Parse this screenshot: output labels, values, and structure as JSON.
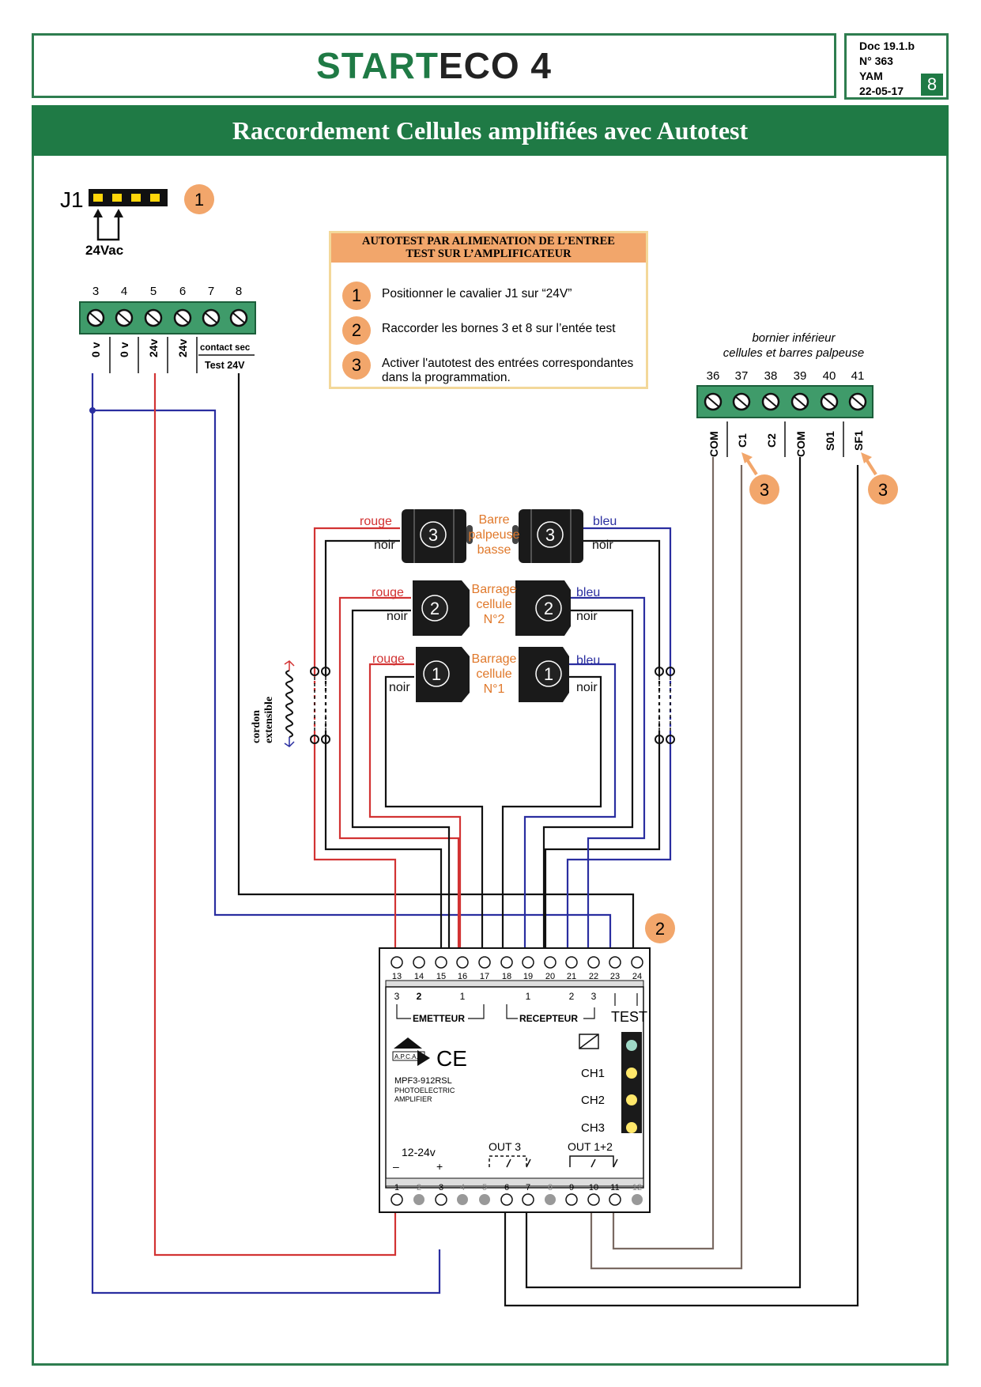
{
  "header": {
    "title_part1": "START",
    "title_part2": "ECO 4",
    "doc_ref": "Doc 19.1.b",
    "doc_number": "N° 363",
    "author": "YAM",
    "date": "22-05-17",
    "page": "8"
  },
  "banner": {
    "title": "Raccordement Cellules amplifiées avec Autotest"
  },
  "jumper": {
    "name": "J1",
    "badge": "1",
    "voltage_label": "24Vac"
  },
  "info_box": {
    "heading_line1": "AUTOTEST PAR ALIMENATION DE L’ENTREE",
    "heading_line2": "TEST SUR L’AMPLIFICATEUR",
    "steps": [
      {
        "num": "1",
        "text": "Positionner le cavalier J1 sur “24V”"
      },
      {
        "num": "2",
        "text": "Raccorder les bornes 3 et 8 sur l’entée test"
      },
      {
        "num": "3",
        "text_line1": "Activer l'autotest des entrées correspondantes",
        "text_line2": "dans la programmation."
      }
    ]
  },
  "left_terminal": {
    "numbers": [
      "3",
      "4",
      "5",
      "6",
      "7",
      "8"
    ],
    "labels": [
      "0 v",
      "0 v",
      "24v",
      "24v"
    ],
    "contact_label": "contact sec",
    "test_label": "Test 24V"
  },
  "right_terminal": {
    "caption_line1": "bornier inférieur",
    "caption_line2": "cellules et barres palpeuse",
    "numbers": [
      "36",
      "37",
      "38",
      "39",
      "40",
      "41"
    ],
    "labels": [
      "COM",
      "C1",
      "C2",
      "COM",
      "S01",
      "SF1"
    ],
    "badge_c1": "3",
    "badge_sf1": "3"
  },
  "devices": {
    "barre": {
      "line1": "Barre",
      "line2": "palpeuse",
      "line3": "basse",
      "num": "3"
    },
    "cell2": {
      "line1": "Barrage",
      "line2": "cellule",
      "line3": "N°2",
      "num": "2"
    },
    "cell1": {
      "line1": "Barrage",
      "line2": "cellule",
      "line3": "N°1",
      "num": "1"
    },
    "wire_rouge": "rouge",
    "wire_noir": "noir",
    "wire_bleu": "bleu"
  },
  "cordon": {
    "line1": "cordon",
    "line2": "extensible"
  },
  "amplifier": {
    "wiring_badge": "2",
    "top_terminals": [
      "13",
      "14",
      "15",
      "16",
      "17",
      "18",
      "19",
      "20",
      "21",
      "22",
      "23",
      "24"
    ],
    "emitter_nums": [
      "3",
      "2",
      "1"
    ],
    "receiver_nums": [
      "1",
      "2",
      "3"
    ],
    "emitter_label": "EMETTEUR",
    "receiver_label": "RECEPTEUR",
    "test_label": "TEST",
    "brand": "A.P.C.A.",
    "model": "MPF3-912RSL",
    "desc_line1": "PHOTOELECTRIC",
    "desc_line2": "AMPLIFIER",
    "ce": "CE",
    "channels": [
      "CH1",
      "CH2",
      "CH3"
    ],
    "supply_label": "12-24v",
    "minus": "–",
    "plus": "+",
    "out3_label": "OUT 3",
    "out12_label": "OUT 1+2",
    "bottom_terminals": [
      "1",
      "2",
      "3",
      "4",
      "5",
      "6",
      "7",
      "8",
      "9",
      "10",
      "11",
      "12"
    ]
  },
  "colors": {
    "green": "#1f7a45",
    "orange": "#f2a66b",
    "wire_red": "#d23333",
    "wire_blue": "#2a2ea0",
    "wire_black": "#111111",
    "wire_brown": "#7a6a62"
  }
}
